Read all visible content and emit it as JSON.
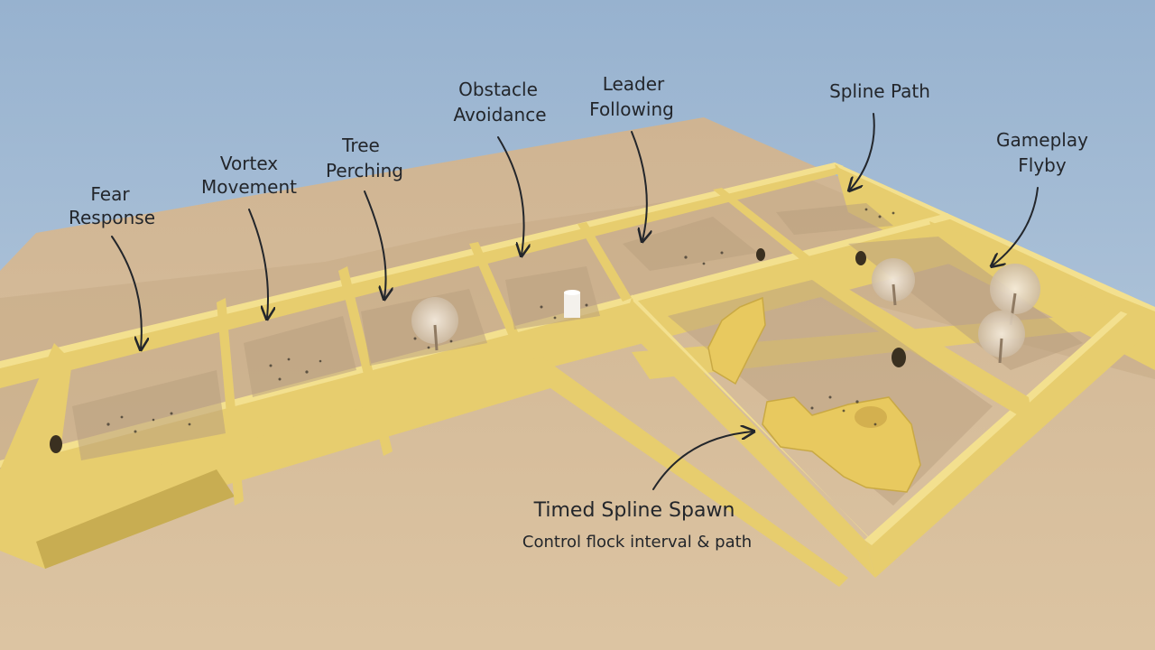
{
  "colors": {
    "sky": "#a9c1d8",
    "ground": "#d7bd97",
    "ground_shadow": "#c9ad87",
    "wall": "#e7cd6e",
    "wall_top": "#f3e08f",
    "wall_shadow": "#c8ad52",
    "annotation_ink": "#23262b"
  },
  "scene": {
    "subject": "top-down demo level of walled bird-flocking test rooms",
    "icons": [
      "arrow-icon",
      "tree-icon",
      "rock-icon",
      "pillar-icon",
      "bird-icon"
    ]
  },
  "annotations": {
    "fear_response": {
      "line1": "Fear",
      "line2": "Response"
    },
    "vortex_movement": {
      "line1": "Vortex",
      "line2": "Movement"
    },
    "tree_perching": {
      "line1": "Tree",
      "line2": "Perching"
    },
    "obstacle_avoidance": {
      "line1": "Obstacle",
      "line2": "Avoidance"
    },
    "leader_following": {
      "line1": "Leader",
      "line2": "Following"
    },
    "spline_path": {
      "line1": "Spline Path"
    },
    "gameplay_flyby": {
      "line1": "Gameplay",
      "line2": "Flyby"
    },
    "timed_spline_spawn": {
      "title": "Timed Spline Spawn",
      "subtitle": "Control flock interval & path"
    }
  }
}
